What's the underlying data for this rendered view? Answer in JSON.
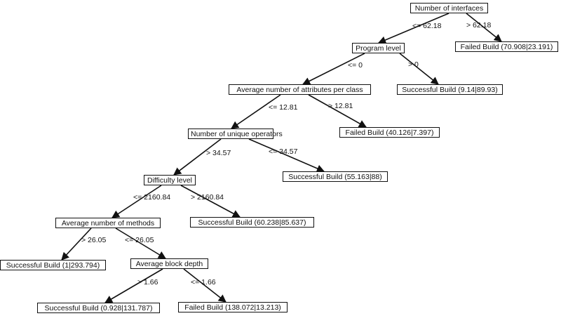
{
  "tree": {
    "nodes": {
      "n_interfaces": "Number of interfaces",
      "n_program_level": "Program level",
      "n_failed_1": "Failed Build (70.908|23.191)",
      "n_avg_attr": "Average number of attributes per class",
      "n_success_1": "Successful Build (9.14|89.93)",
      "n_unique_ops": "Number of unique operators",
      "n_failed_2": "Failed Build (40.126|7.397)",
      "n_difficulty": "Difficulty level",
      "n_success_2": "Successful Build (55.163|88)",
      "n_avg_methods": "Average number of methods",
      "n_success_3": "Successful Build (60.238|85.637)",
      "n_success_4": "Successful Build (1|293.794)",
      "n_avg_block": "Average block depth",
      "n_success_5": "Successful Build (0.928|131.787)",
      "n_failed_3": "Failed Build (138.072|13.213)"
    },
    "edges": {
      "e1": "<= 62.18",
      "e2": "> 62.18",
      "e3": "<= 0",
      "e4": "> 0",
      "e5": "<= 12.81",
      "e6": "> 12.81",
      "e7": "> 34.57",
      "e8": "<= 34.57",
      "e9": "<= 2160.84",
      "e10": "> 2160.84",
      "e11": "> 26.05",
      "e12": "<= 26.05",
      "e13": "> 1.66",
      "e14": "<= 1.66"
    }
  }
}
